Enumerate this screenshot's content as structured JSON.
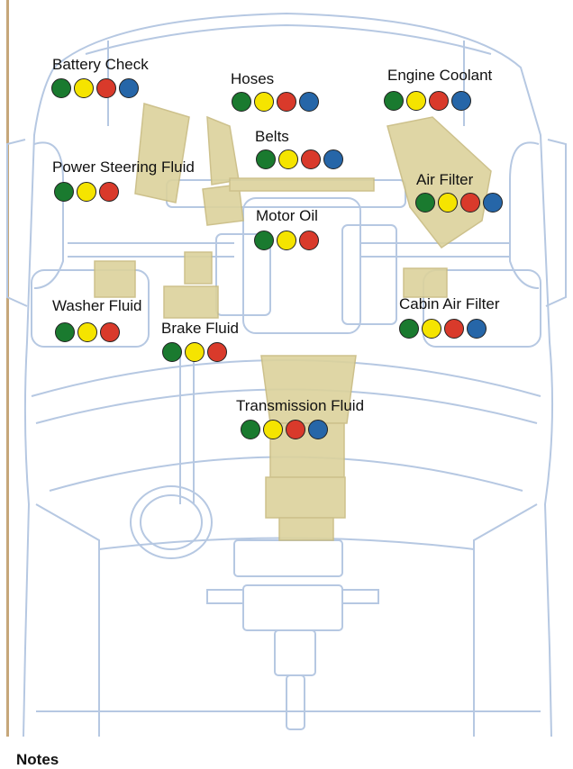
{
  "colors": {
    "green": "#1a7a2f",
    "yellow": "#f5e400",
    "red": "#d93a2b",
    "blue": "#2666a8",
    "outline": "#b6c8e2",
    "component": "#dcd29c",
    "border": "#c6a77a"
  },
  "items": [
    {
      "label": "Battery Check",
      "dots": [
        "green",
        "yellow",
        "red",
        "blue"
      ]
    },
    {
      "label": "Hoses",
      "dots": [
        "green",
        "yellow",
        "red",
        "blue"
      ]
    },
    {
      "label": "Engine Coolant",
      "dots": [
        "green",
        "yellow",
        "red",
        "blue"
      ]
    },
    {
      "label": "Belts",
      "dots": [
        "green",
        "yellow",
        "red",
        "blue"
      ]
    },
    {
      "label": "Power Steering Fluid",
      "dots": [
        "green",
        "yellow",
        "red"
      ]
    },
    {
      "label": "Air Filter",
      "dots": [
        "green",
        "yellow",
        "red",
        "blue"
      ]
    },
    {
      "label": "Motor Oil",
      "dots": [
        "green",
        "yellow",
        "red"
      ]
    },
    {
      "label": "Washer Fluid",
      "dots": [
        "green",
        "yellow",
        "red"
      ]
    },
    {
      "label": "Cabin Air Filter",
      "dots": [
        "green",
        "yellow",
        "red",
        "blue"
      ]
    },
    {
      "label": "Brake Fluid",
      "dots": [
        "green",
        "yellow",
        "red"
      ]
    },
    {
      "label": "Transmission Fluid",
      "dots": [
        "green",
        "yellow",
        "red",
        "blue"
      ]
    }
  ],
  "notes_heading": "Notes"
}
